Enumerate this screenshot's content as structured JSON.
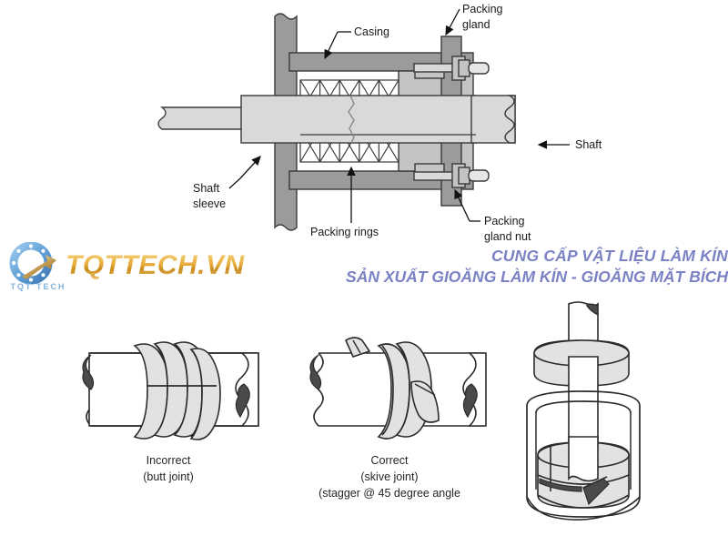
{
  "top_diagram": {
    "name": "stuffing-box-cross-section",
    "labels": {
      "casing": "Casing",
      "packing_gland": "Packing\ngland",
      "packing_gland_line1": "Packing",
      "packing_gland_line2": "gland",
      "shaft": "Shaft",
      "shaft_sleeve_line1": "Shaft",
      "shaft_sleeve_line2": "sleeve",
      "packing_rings": "Packing rings",
      "packing_gland_nut_line1": "Packing",
      "packing_gland_nut_line2": "gland nut"
    }
  },
  "branding": {
    "logo_name": "tqt-tech-logo",
    "logo_caption": "TQT TECH",
    "site": "TQTTECH.VN",
    "slogan_line1": "CUNG CẤP VẬT LIỆU LÀM KÍN",
    "slogan_line2": "SẢN XUẤT GIOĂNG LÀM KÍN - GIOĂNG MẶT BÍCH",
    "colors": {
      "site_gold": "#e8ad3c",
      "slogan_blue": "#7b82c4",
      "logo_blue": "#6aa6dd",
      "logo_gold": "#c9a15a"
    }
  },
  "bottom_left": {
    "name": "butt-joint-packing",
    "caption_line1": "Incorrect",
    "caption_line2": "(butt joint)"
  },
  "bottom_center": {
    "name": "skive-joint-packing",
    "caption_line1": "Correct",
    "caption_line2": "(skive joint)",
    "caption_line3": "(stagger @ 45 degree angle"
  },
  "bottom_right": {
    "name": "vertical-stuffing-box-assembly"
  }
}
